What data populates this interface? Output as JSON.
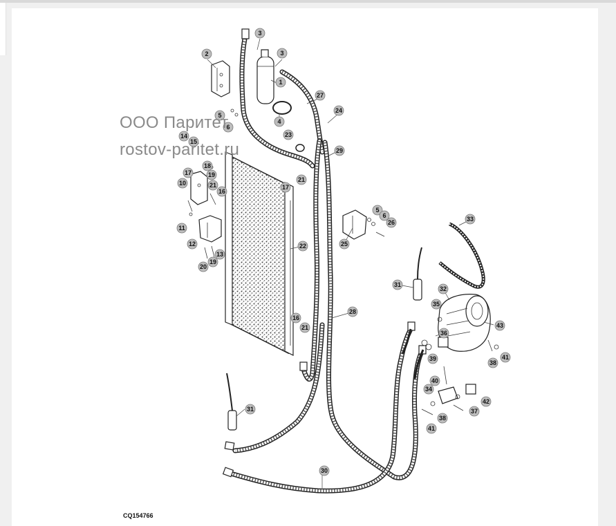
{
  "watermark": {
    "line1": "ООО Паритет",
    "line2": "rostov-paritet.ru"
  },
  "diagram_code": "CQ154766",
  "callouts": [
    "1",
    "2",
    "3",
    "3",
    "4",
    "5",
    "6",
    "23",
    "24",
    "27",
    "14",
    "15",
    "17",
    "18",
    "19",
    "10",
    "21",
    "16",
    "17",
    "21",
    "11",
    "12",
    "13",
    "20",
    "19",
    "29",
    "22",
    "5",
    "6",
    "26",
    "25",
    "33",
    "31",
    "32",
    "35",
    "43",
    "16",
    "21",
    "28",
    "36",
    "39",
    "38",
    "41",
    "40",
    "34",
    "42",
    "37",
    "38",
    "41",
    "31",
    "30"
  ]
}
